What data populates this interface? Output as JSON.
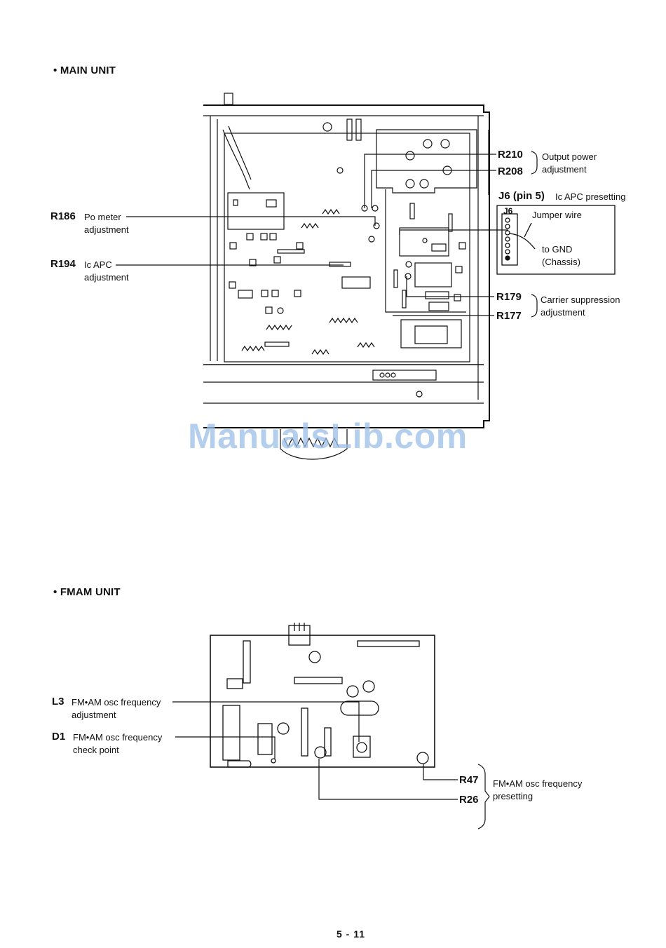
{
  "headings": {
    "main_unit": "• MAIN UNIT",
    "fmam_unit": "• FMAM UNIT"
  },
  "main_unit": {
    "r186": {
      "ref": "R186",
      "desc1": "Po meter",
      "desc2": "adjustment"
    },
    "r194": {
      "ref": "R194",
      "desc1": "Ic APC",
      "desc2": "adjustment"
    },
    "r210": {
      "ref": "R210"
    },
    "r208": {
      "ref": "R208"
    },
    "output_power": {
      "desc1": "Output power",
      "desc2": "adjustment"
    },
    "j6": {
      "ref": "J6 (pin 5)",
      "desc": "Ic APC presetting"
    },
    "j6_box": {
      "title": "J6",
      "jumper": "Jumper wire",
      "gnd1": "to GND",
      "gnd2": "(Chassis)"
    },
    "r179": {
      "ref": "R179"
    },
    "r177": {
      "ref": "R177"
    },
    "carrier": {
      "desc1": "Carrier suppression",
      "desc2": "adjustment"
    }
  },
  "fmam_unit": {
    "l3": {
      "ref": "L3",
      "desc1": "FM•AM osc frequency",
      "desc2": "adjustment"
    },
    "d1": {
      "ref": "D1",
      "desc1": "FM•AM osc frequency",
      "desc2": "check point"
    },
    "r47": {
      "ref": "R47"
    },
    "r26": {
      "ref": "R26"
    },
    "presetting": {
      "desc1": "FM•AM osc frequency",
      "desc2": "presetting"
    }
  },
  "watermark": "ManualsLib.com",
  "page_number": "5 - 11"
}
